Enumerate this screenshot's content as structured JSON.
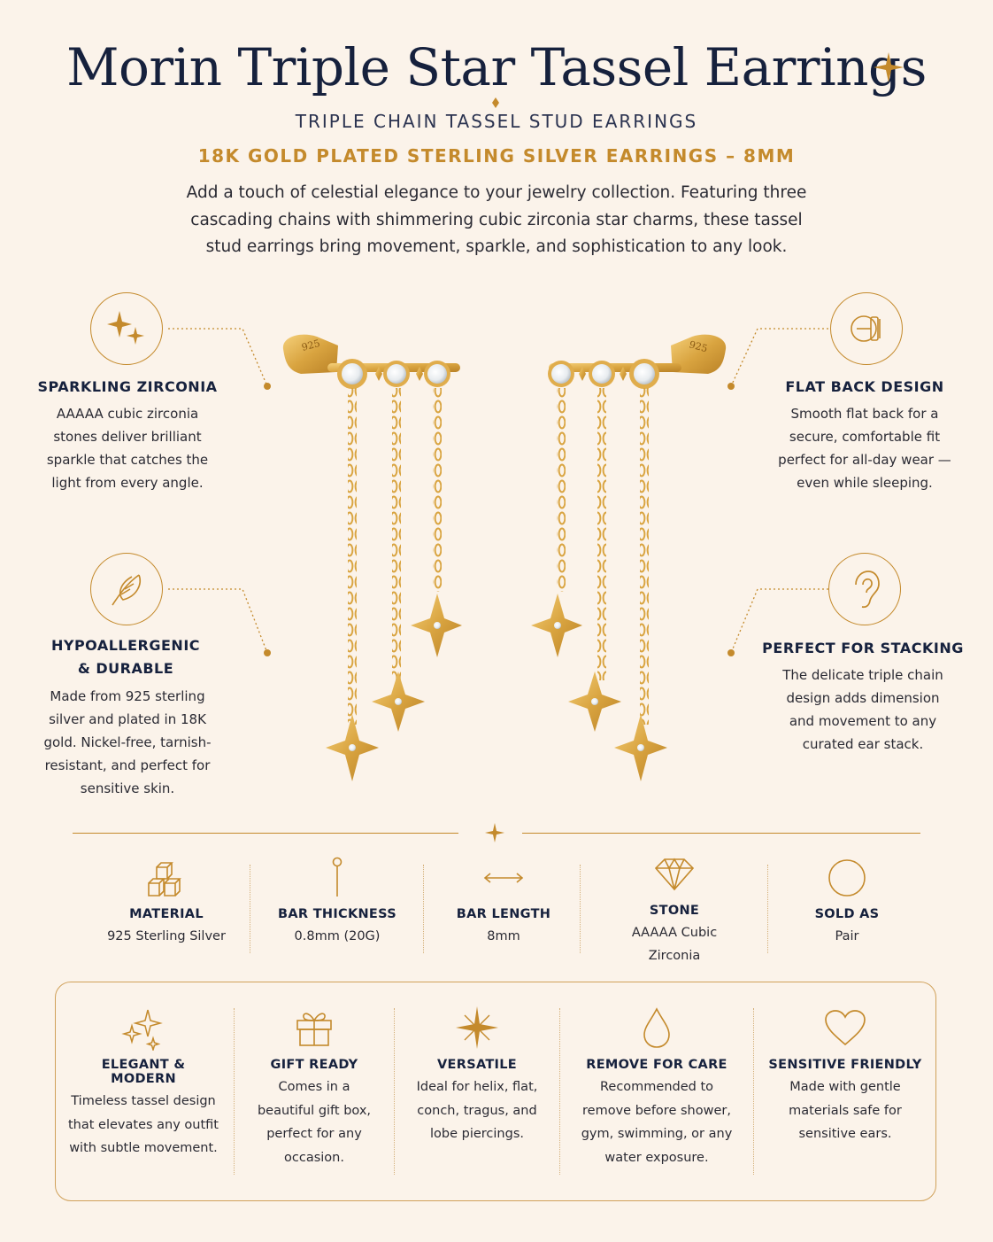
{
  "header": {
    "title": "Morin Triple Star Tassel Earrings",
    "subtitle": "TRIPLE CHAIN TASSEL STUD EARRINGS",
    "material_line": "18K GOLD PLATED STERLING SILVER EARRINGS – 8MM",
    "intro": "Add a touch of celestial elegance to your jewelry collection. Featuring three cascading chains with shimmering cubic zirconia star charms, these tassel stud earrings bring movement, sparkle, and sophistication to any look."
  },
  "features": {
    "sparkling": {
      "icon": "sparkle-icon",
      "title": "SPARKLING ZIRCONIA",
      "text": "AAAAA cubic zirconia stones deliver brilliant sparkle that catches the light from every angle."
    },
    "hypoallergenic": {
      "icon": "feather-icon",
      "title_line1": "HYPOALLERGENIC",
      "title_line2": "& DURABLE",
      "text": "Made from 925 sterling silver and plated in 18K gold. Nickel-free, tarnish-resistant, and perfect for sensitive skin."
    },
    "flat_back": {
      "icon": "flat-back-icon",
      "title": "FLAT BACK DESIGN",
      "text": "Smooth flat back for a secure, comfortable fit perfect for all-day wear — even while sleeping."
    },
    "stacking": {
      "icon": "ear-icon",
      "title": "PERFECT FOR STACKING",
      "text": "The delicate triple chain design adds dimension and movement to any curated ear stack."
    }
  },
  "earrings": {
    "stamp_left": "925",
    "stamp_right": "925"
  },
  "specs": [
    {
      "icon": "cubes-icon",
      "label": "MATERIAL",
      "value": "925 Sterling Silver"
    },
    {
      "icon": "pin-icon",
      "label": "BAR THICKNESS",
      "value": "0.8mm (20G)"
    },
    {
      "icon": "arrow-length-icon",
      "label": "BAR LENGTH",
      "value": "8mm"
    },
    {
      "icon": "diamond-icon",
      "label": "STONE",
      "value": "AAAAA Cubic Zirconia"
    },
    {
      "icon": "circle-icon",
      "label": "SOLD AS",
      "value": "Pair"
    }
  ],
  "benefits": [
    {
      "icon": "sparkles-icon",
      "label": "ELEGANT & MODERN",
      "text": "Timeless tassel design that elevates any outfit with subtle movement."
    },
    {
      "icon": "gift-icon",
      "label": "GIFT READY",
      "text": "Comes in a beautiful gift box, perfect for any occasion."
    },
    {
      "icon": "star-burst-icon",
      "label": "VERSATILE",
      "text": "Ideal for helix, flat, conch, tragus, and lobe piercings."
    },
    {
      "icon": "water-drop-icon",
      "label": "REMOVE FOR CARE",
      "text": "Recommended to remove before shower, gym, swimming, or any water exposure."
    },
    {
      "icon": "heart-icon",
      "label": "SENSITIVE FRIENDLY",
      "text": "Made with gentle materials safe for sensitive ears."
    }
  ],
  "colors": {
    "gold": "#c48a2c",
    "navy": "#16213d",
    "background": "#fbf3ea"
  }
}
